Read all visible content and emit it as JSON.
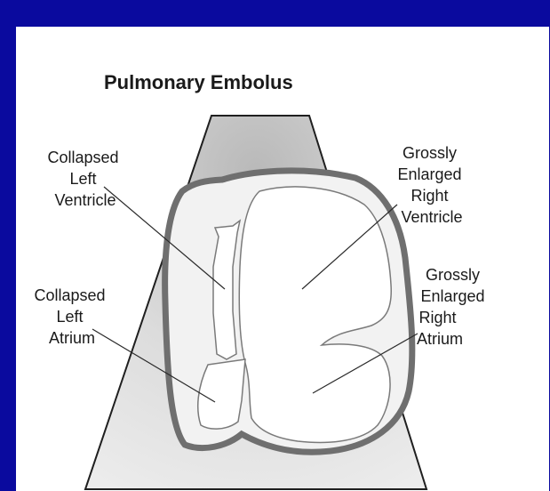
{
  "slide": {
    "background_color": "#0a0a9e",
    "panel_color": "#ffffff"
  },
  "diagram": {
    "title": "Pulmonary Embolus",
    "labels": {
      "collapsed_left_ventricle": [
        "Collapsed",
        "Left",
        "Ventricle"
      ],
      "collapsed_left_atrium": [
        "Collapsed",
        "Left",
        "Atrium"
      ],
      "enlarged_right_ventricle": [
        "Grossly",
        "Enlarged",
        "Right",
        "Ventricle"
      ],
      "enlarged_right_atrium": [
        "Grossly",
        "Enlarged",
        "Right",
        "Atrium"
      ]
    },
    "colors": {
      "sector_fill": "#d6d6d6",
      "heart_wall": "#6f6f6f",
      "chamber_fill": "#ffffff",
      "lines": "#2a2a2a"
    }
  }
}
